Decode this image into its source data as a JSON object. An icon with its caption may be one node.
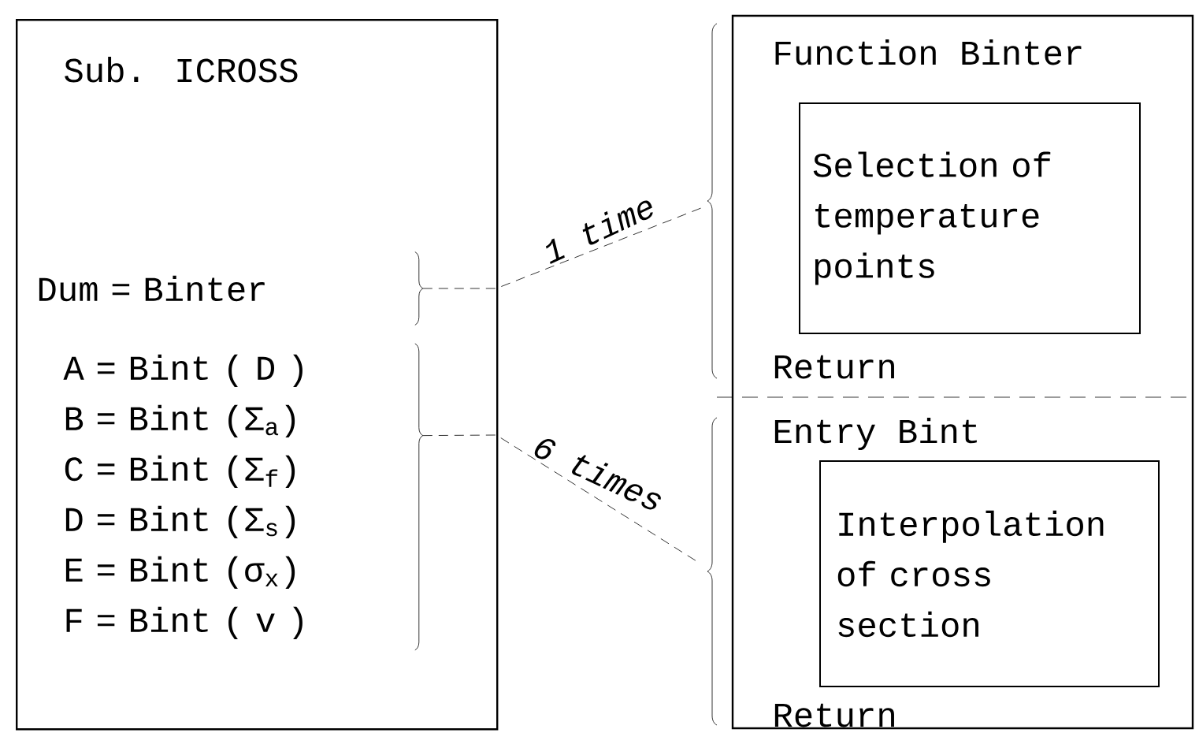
{
  "diagram": {
    "nodes": [
      {
        "text": [
          "Sub. ICROSS"
        ]
      },
      {
        "text": [
          "Dum = Binter"
        ],
        "in": 0
      },
      {
        "text": [
          "A = Bint ( D )",
          "B = Bint (Σ$_{a}$)",
          "C = Bint (Σ$_{f}$)",
          "D = Bint (Σ$_{s}$)",
          "E = Bint (σ$_{x}$)",
          "F = Bint ( v )"
        ],
        "in": 0
      },
      {
        "text": [
          "Function Binter",
          "Return"
        ]
      },
      {
        "text": [
          "Selection of temperature points"
        ],
        "in": 3
      },
      {
        "text": [
          "Entry Bint",
          "Return"
        ]
      },
      {
        "text": [
          "Interpolation of cross section"
        ],
        "in": 5
      }
    ],
    "edges": [
      {
        "from": 1,
        "to": 3,
        "arrow": "none",
        "label": "1 time",
        "style": "dashed"
      },
      {
        "from": 2,
        "to": 5,
        "arrow": "none",
        "label": "6 times",
        "style": "dashed"
      }
    ]
  }
}
